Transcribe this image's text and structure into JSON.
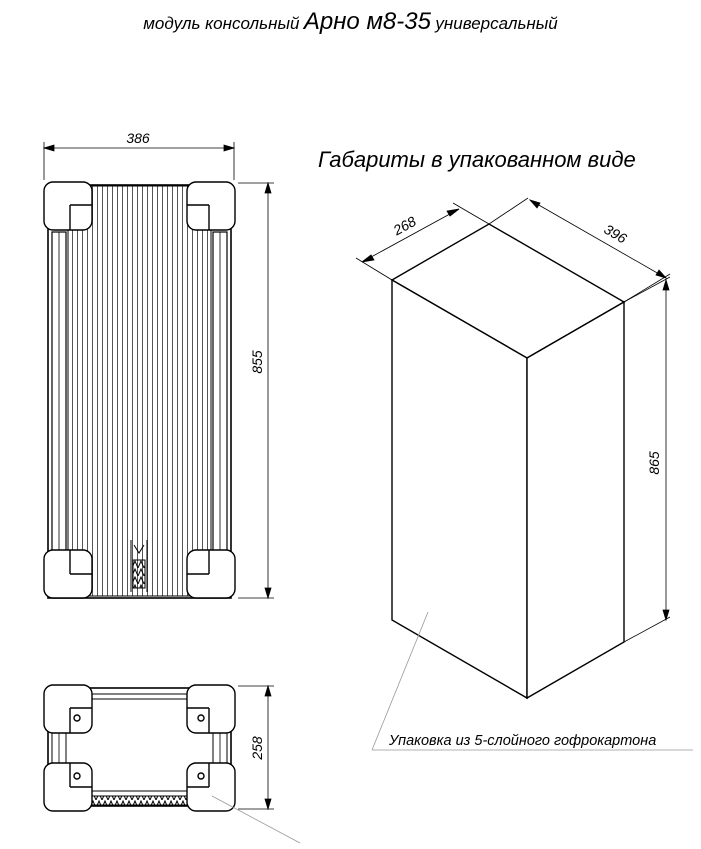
{
  "title": {
    "prefix": "модуль консольный",
    "model": "Арно м8-35",
    "suffix": "универсальный"
  },
  "packed_heading": "Габариты в упакованном виде",
  "package_note": "Упаковка из 5-слойного гофрокартона",
  "dimensions": {
    "front_width": "386",
    "front_height": "855",
    "top_depth": "258",
    "box_depth": "268",
    "box_width": "396",
    "box_height": "865"
  }
}
